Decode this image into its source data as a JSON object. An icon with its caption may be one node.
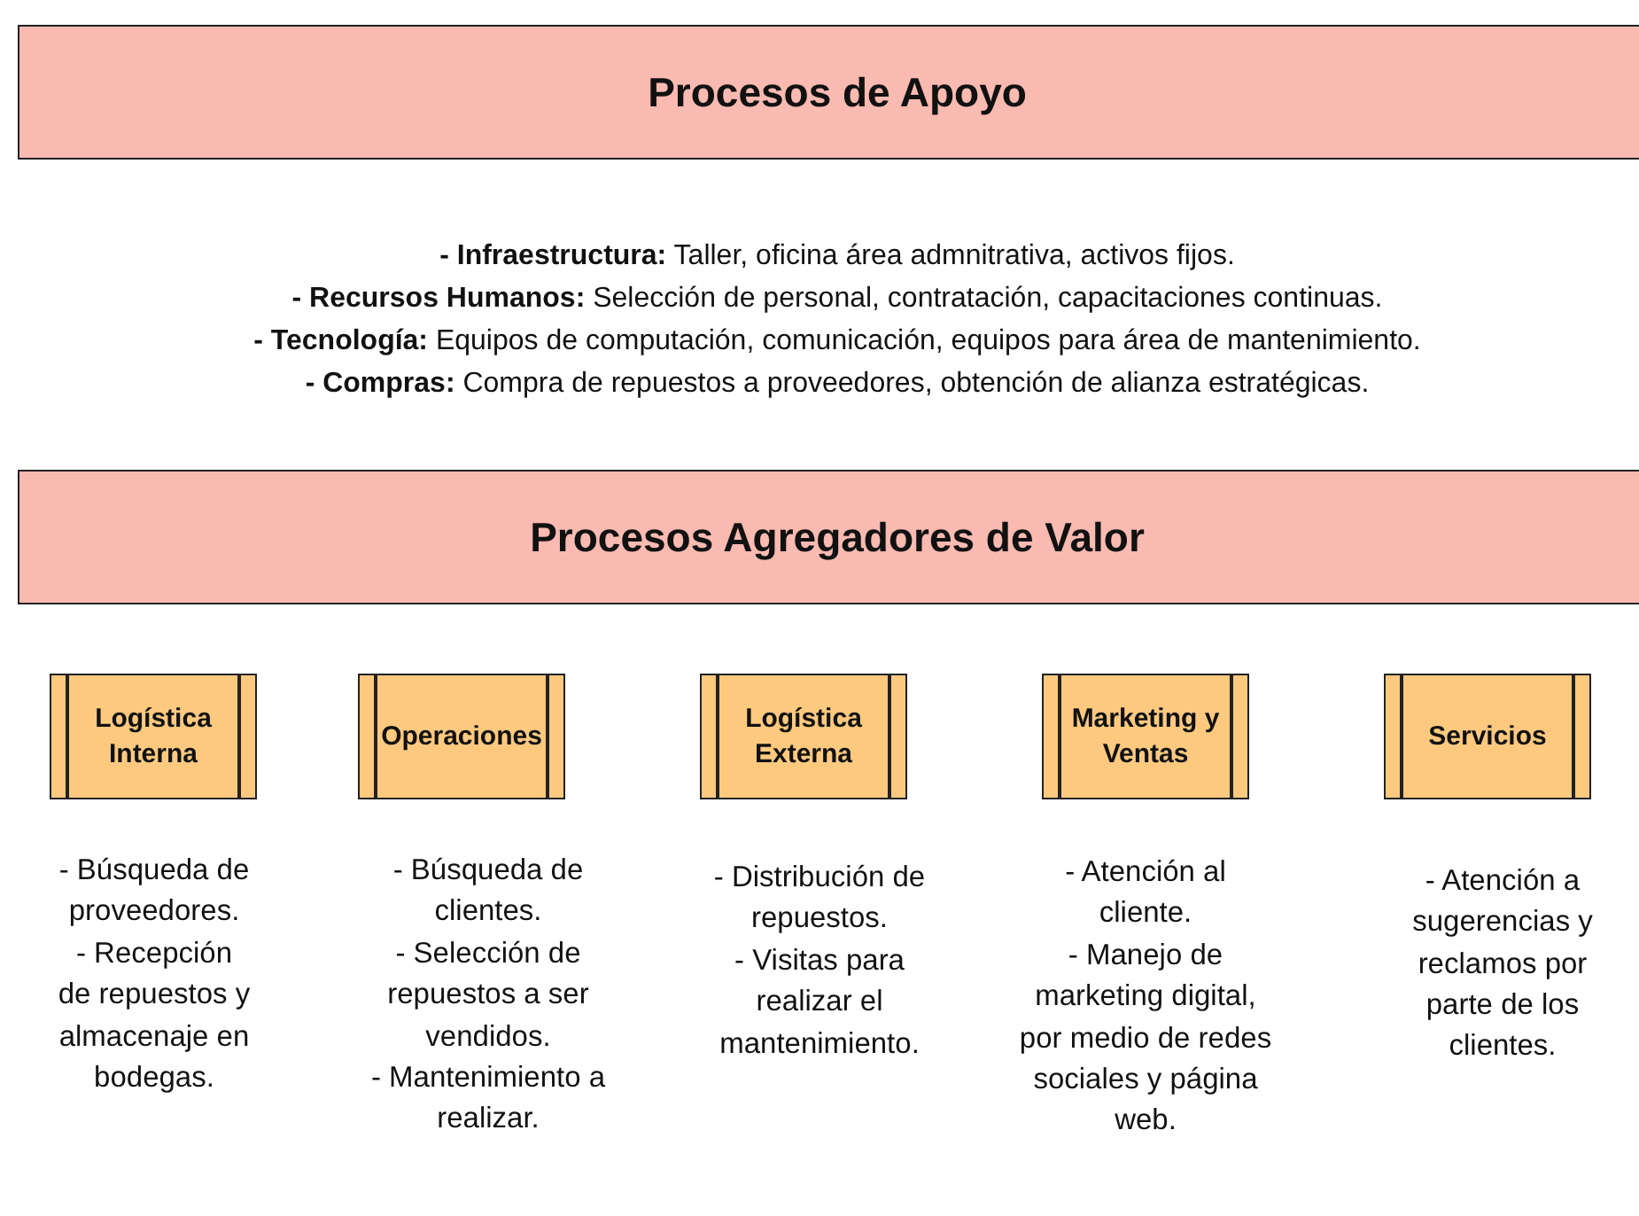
{
  "diagram": {
    "nodes": [
      {
        "text": [
          "Procesos de Apoyo"
        ]
      },
      {
        "text": [
          "Procesos Agregadores de Valor"
        ]
      },
      {
        "text": [
          "Logística Interna"
        ],
        "beside": [
          "- Búsqueda de proveedores.",
          "- Recepción de repuestos y almacenaje en bodegas."
        ]
      },
      {
        "text": [
          "Operaciones"
        ],
        "beside": [
          "- Búsqueda de clientes.",
          "- Selección de repuestos a ser vendidos.",
          "- Mantenimiento a realizar."
        ]
      },
      {
        "text": [
          "Logística Externa"
        ],
        "beside": [
          "- Distribución de repuestos.",
          "- Visitas para realizar el mantenimiento."
        ]
      },
      {
        "text": [
          "Marketing y Ventas"
        ],
        "beside": [
          "- Atención al cliente.",
          "- Manejo de marketing digital, por medio de redes sociales y página web."
        ]
      },
      {
        "text": [
          "Servicios"
        ],
        "beside": [
          "- Atención a sugerencias y reclamos por parte de los clientes."
        ]
      }
    ],
    "edges": [],
    "labels": [
      "**- Infraestructura:** Taller, oficina área admnitrativa, activos fijos.",
      "**- Recursos Humanos:** Selección de personal, contratación, capacitaciones continuas.",
      "**- Tecnología:** Equipos de computación, comunicación, equipos para área de mantenimiento.",
      "**- Compras:** Compra de repuestos a proveedores, obtención de alianza estratégicas."
    ]
  }
}
